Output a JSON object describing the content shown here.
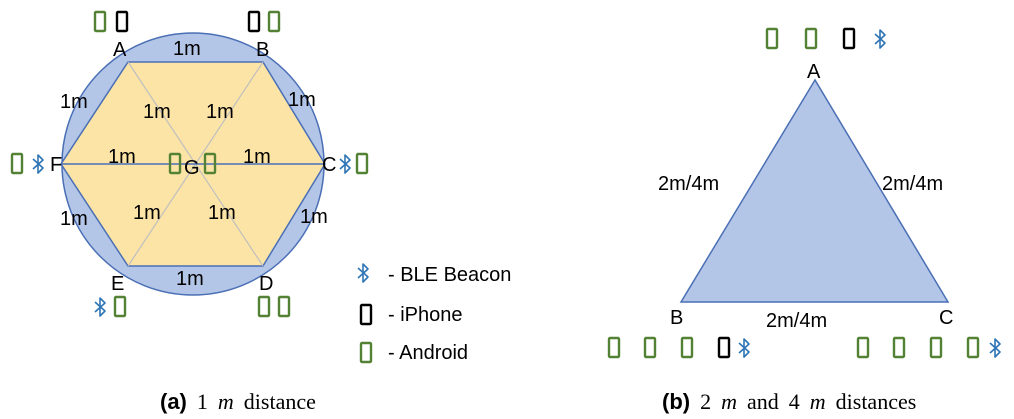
{
  "panel_a": {
    "vertex_labels": {
      "A": "A",
      "B": "B",
      "C": "C",
      "D": "D",
      "E": "E",
      "F": "F",
      "G": "G"
    },
    "edge_label": "1m",
    "caption": {
      "tag": "(a)",
      "num": "1",
      "unit": "m",
      "rest": "distance"
    }
  },
  "panel_b": {
    "vertex_labels": {
      "A": "A",
      "B": "B",
      "C": "C"
    },
    "edge_label": "2m/4m",
    "caption": {
      "tag": "(b)",
      "num_a": "2",
      "unit_a": "m",
      "and": "and",
      "num_b": "4",
      "unit_b": "m",
      "rest": "distances"
    }
  },
  "legend": [
    {
      "icon": "bluetooth-icon",
      "label": "- BLE Beacon"
    },
    {
      "icon": "iphone-icon",
      "label": "- iPhone"
    },
    {
      "icon": "android-icon",
      "label": "- Android"
    }
  ],
  "colors": {
    "circle_fill": "#b4c6e7",
    "circle_stroke": "#4a6fb5",
    "hexagon_fill": "#fce4a6",
    "triangle_fill": "#b4c6e7",
    "android": "#548235",
    "iphone": "#000000",
    "ble": "#2e75b6",
    "spoke": "#bfbfbf",
    "axis_line": "#4a6fb5"
  }
}
